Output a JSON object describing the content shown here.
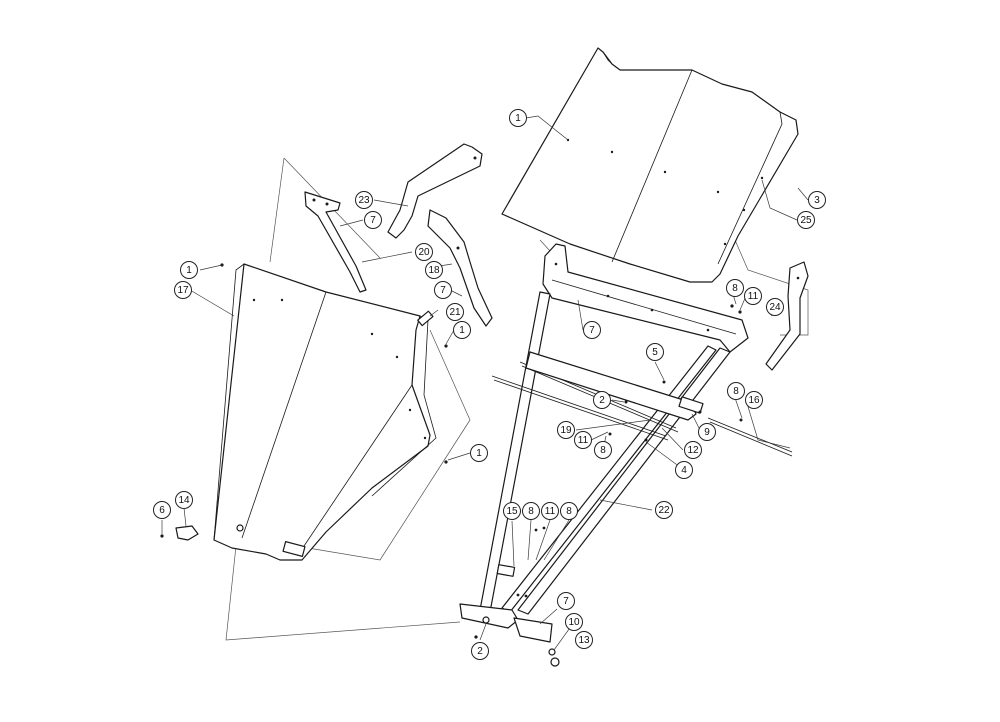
{
  "callouts": [
    {
      "id": "c1a",
      "label": "1"
    },
    {
      "id": "c1b",
      "label": "1"
    },
    {
      "id": "c1c",
      "label": "1"
    },
    {
      "id": "c1d",
      "label": "1"
    },
    {
      "id": "c2a",
      "label": "2"
    },
    {
      "id": "c2b",
      "label": "2"
    },
    {
      "id": "c3",
      "label": "3"
    },
    {
      "id": "c4",
      "label": "4"
    },
    {
      "id": "c5",
      "label": "5"
    },
    {
      "id": "c6",
      "label": "6"
    },
    {
      "id": "c7a",
      "label": "7"
    },
    {
      "id": "c7b",
      "label": "7"
    },
    {
      "id": "c7c",
      "label": "7"
    },
    {
      "id": "c7d",
      "label": "7"
    },
    {
      "id": "c8a",
      "label": "8"
    },
    {
      "id": "c8b",
      "label": "8"
    },
    {
      "id": "c8c",
      "label": "8"
    },
    {
      "id": "c8d",
      "label": "8"
    },
    {
      "id": "c8e",
      "label": "8"
    },
    {
      "id": "c9",
      "label": "9"
    },
    {
      "id": "c10",
      "label": "10"
    },
    {
      "id": "c11a",
      "label": "11"
    },
    {
      "id": "c11b",
      "label": "11"
    },
    {
      "id": "c11c",
      "label": "11"
    },
    {
      "id": "c12",
      "label": "12"
    },
    {
      "id": "c13",
      "label": "13"
    },
    {
      "id": "c14",
      "label": "14"
    },
    {
      "id": "c15",
      "label": "15"
    },
    {
      "id": "c16",
      "label": "16"
    },
    {
      "id": "c17",
      "label": "17"
    },
    {
      "id": "c18",
      "label": "18"
    },
    {
      "id": "c19",
      "label": "19"
    },
    {
      "id": "c20",
      "label": "20"
    },
    {
      "id": "c21",
      "label": "21"
    },
    {
      "id": "c22",
      "label": "22"
    },
    {
      "id": "c23",
      "label": "23"
    },
    {
      "id": "c24",
      "label": "24"
    },
    {
      "id": "c25",
      "label": "25"
    }
  ]
}
